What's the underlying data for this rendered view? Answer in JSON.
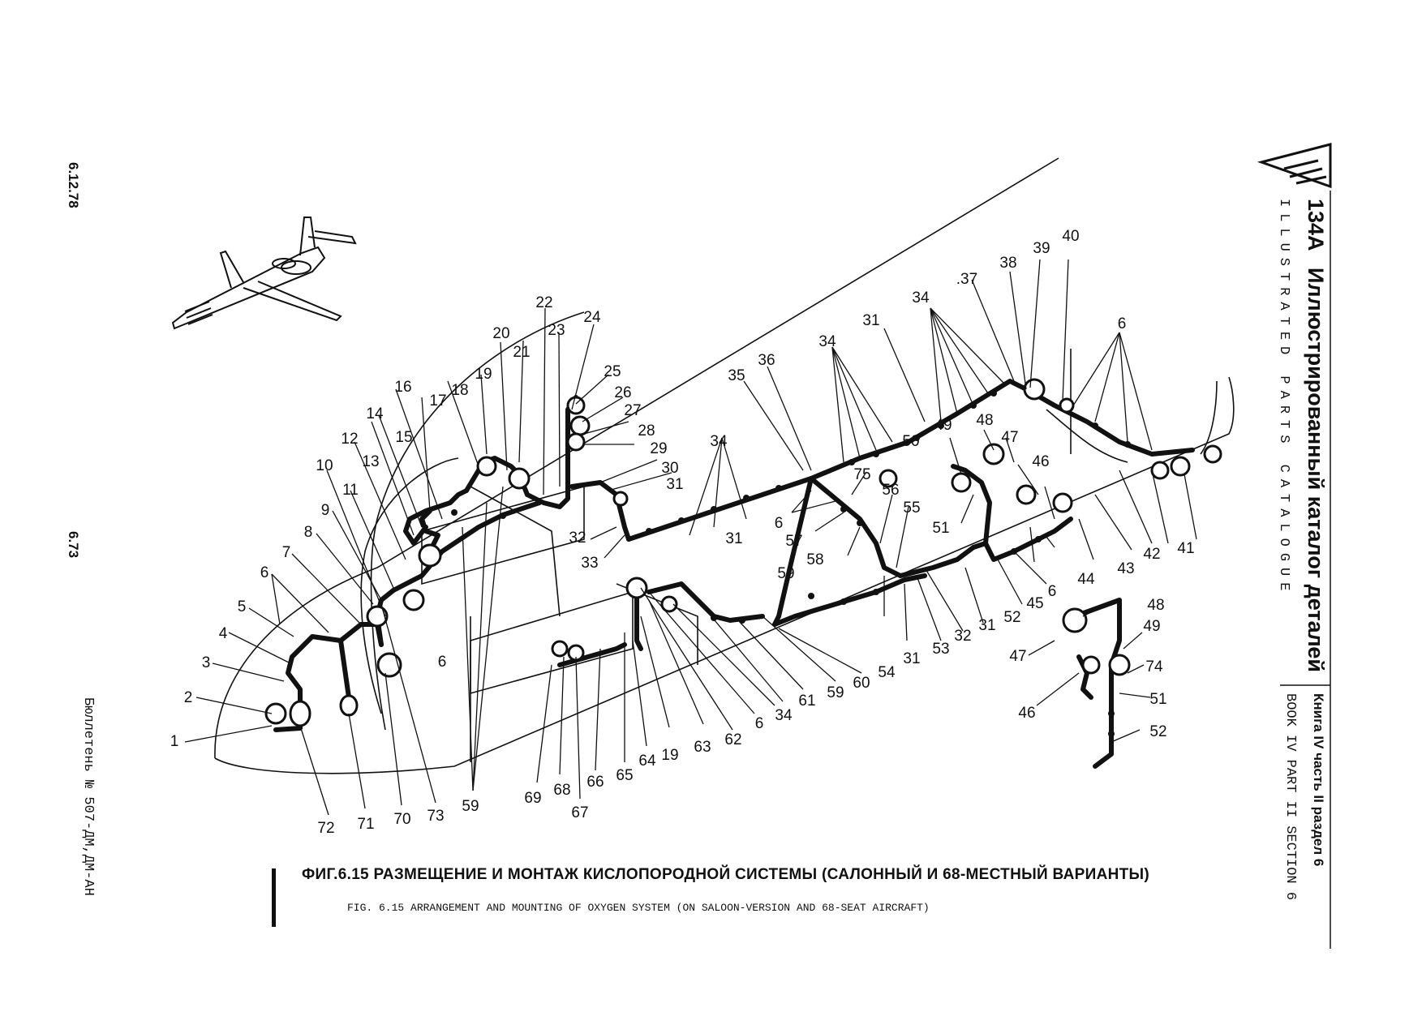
{
  "header": {
    "model": "134A",
    "catalog_title_ru": "Иллюстрированный каталог деталей",
    "catalog_title_en": "ILLUSTRATED PARTS CATALOGUE",
    "book_ru": "Книга IV часть II раздел 6",
    "book_en": "BOOK IV PART II SECTION 6"
  },
  "margin": {
    "date": "6.12.78",
    "page_number": "6.73",
    "bulletin": "Бюллетень № 507-ДМ,ДМ-АН"
  },
  "caption": {
    "ru": "ФИГ.6.15 РАЗМЕЩЕНИЕ И МОНТАЖ  КИСЛОПОРОДНОЙ СИСТЕМЫ (САЛОННЫЙ И 68-МЕСТНЫЙ ВАРИАНТЫ)",
    "en": "FIG. 6.15 ARRANGEMENT AND MOUNTING OF OXYGEN SYSTEM (ON SALOON-VERSION AND 68-SEAT AIRCRAFT)"
  },
  "callouts": [
    {
      "id": "c1",
      "text": "1"
    },
    {
      "id": "c2",
      "text": "2"
    },
    {
      "id": "c3",
      "text": "3"
    },
    {
      "id": "c4",
      "text": "4"
    },
    {
      "id": "c5",
      "text": "5"
    },
    {
      "id": "c6a",
      "text": "6"
    },
    {
      "id": "c7",
      "text": "7"
    },
    {
      "id": "c8",
      "text": "8"
    },
    {
      "id": "c9",
      "text": "9"
    },
    {
      "id": "c10",
      "text": "10"
    },
    {
      "id": "c11",
      "text": "11"
    },
    {
      "id": "c12",
      "text": "12"
    },
    {
      "id": "c13",
      "text": "13"
    },
    {
      "id": "c14",
      "text": "14"
    },
    {
      "id": "c15",
      "text": "15"
    },
    {
      "id": "c16",
      "text": "16"
    },
    {
      "id": "c17",
      "text": "17"
    },
    {
      "id": "c18",
      "text": "18"
    },
    {
      "id": "c19a",
      "text": "19"
    },
    {
      "id": "c20",
      "text": "20"
    },
    {
      "id": "c21",
      "text": "21"
    },
    {
      "id": "c22",
      "text": "22"
    },
    {
      "id": "c23",
      "text": "23"
    },
    {
      "id": "c24",
      "text": "24"
    },
    {
      "id": "c25",
      "text": "25"
    },
    {
      "id": "c26",
      "text": "26"
    },
    {
      "id": "c27",
      "text": "27"
    },
    {
      "id": "c28",
      "text": "28"
    },
    {
      "id": "c29",
      "text": "29"
    },
    {
      "id": "c30",
      "text": "30"
    },
    {
      "id": "c31a",
      "text": "31"
    },
    {
      "id": "c32a",
      "text": "32"
    },
    {
      "id": "c33",
      "text": "33"
    },
    {
      "id": "c34a",
      "text": "34"
    },
    {
      "id": "c6b",
      "text": "6"
    },
    {
      "id": "c57",
      "text": "57"
    },
    {
      "id": "c58",
      "text": "58"
    },
    {
      "id": "c75",
      "text": "75"
    },
    {
      "id": "c35",
      "text": "35"
    },
    {
      "id": "c36",
      "text": "36"
    },
    {
      "id": "c34b",
      "text": "34"
    },
    {
      "id": "c31b",
      "text": "31"
    },
    {
      "id": "c34c",
      "text": "34"
    },
    {
      "id": "c37",
      "text": ".37"
    },
    {
      "id": "c38",
      "text": "38"
    },
    {
      "id": "c39",
      "text": "39"
    },
    {
      "id": "c40",
      "text": "40"
    },
    {
      "id": "c6c",
      "text": "6"
    },
    {
      "id": "c49a",
      "text": "49"
    },
    {
      "id": "c48a",
      "text": "48"
    },
    {
      "id": "c47a",
      "text": "47"
    },
    {
      "id": "c50",
      "text": "50"
    },
    {
      "id": "c46a",
      "text": "46"
    },
    {
      "id": "c51a",
      "text": "51"
    },
    {
      "id": "c56",
      "text": "56"
    },
    {
      "id": "c55",
      "text": "55"
    },
    {
      "id": "c31c",
      "text": "31"
    },
    {
      "id": "c59a",
      "text": "59"
    },
    {
      "id": "c44",
      "text": "44"
    },
    {
      "id": "c43",
      "text": "43"
    },
    {
      "id": "c42",
      "text": "42"
    },
    {
      "id": "c41",
      "text": "41"
    },
    {
      "id": "c6d",
      "text": "6"
    },
    {
      "id": "c45",
      "text": "45"
    },
    {
      "id": "c52a",
      "text": "52"
    },
    {
      "id": "c31d",
      "text": "31"
    },
    {
      "id": "c32b",
      "text": "32"
    },
    {
      "id": "c53",
      "text": "53"
    },
    {
      "id": "c31e",
      "text": "31"
    },
    {
      "id": "c54",
      "text": "54"
    },
    {
      "id": "c60",
      "text": "60"
    },
    {
      "id": "c59b",
      "text": "59"
    },
    {
      "id": "c61",
      "text": "61"
    },
    {
      "id": "c34d",
      "text": "34"
    },
    {
      "id": "c6e",
      "text": "6"
    },
    {
      "id": "c62",
      "text": "62"
    },
    {
      "id": "c63",
      "text": "63"
    },
    {
      "id": "c19b",
      "text": "19"
    },
    {
      "id": "c64",
      "text": "64"
    },
    {
      "id": "c65",
      "text": "65"
    },
    {
      "id": "c66",
      "text": "66"
    },
    {
      "id": "c67",
      "text": "67"
    },
    {
      "id": "c68",
      "text": "68"
    },
    {
      "id": "c69",
      "text": "69"
    },
    {
      "id": "c59c",
      "text": "59"
    },
    {
      "id": "c73",
      "text": "73"
    },
    {
      "id": "c70",
      "text": "70"
    },
    {
      "id": "c71",
      "text": "71"
    },
    {
      "id": "c72",
      "text": "72"
    },
    {
      "id": "c6f",
      "text": "6"
    },
    {
      "id": "c48b",
      "text": "48"
    },
    {
      "id": "c49b",
      "text": "49"
    },
    {
      "id": "c47b",
      "text": "47"
    },
    {
      "id": "c74",
      "text": "74"
    },
    {
      "id": "c51b",
      "text": "51"
    },
    {
      "id": "c46b",
      "text": "46"
    },
    {
      "id": "c52b",
      "text": "52"
    }
  ]
}
